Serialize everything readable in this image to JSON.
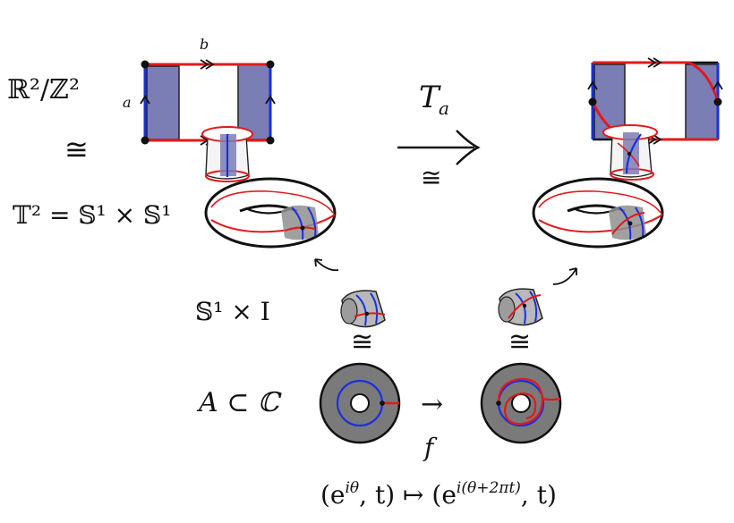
{
  "labels": {
    "torus_quotient": "ℝ²/ℤ²",
    "iso_left": "≅",
    "torus_product": "𝕋² = 𝕊¹ × 𝕊¹",
    "cylinder": "𝕊¹ × I",
    "annulus": "A ⊂ ℂ",
    "edge_b": "b",
    "edge_a": "a",
    "twist_map": "T",
    "twist_sub": "a",
    "twist_iso": "≅",
    "iso_cyl_left": "≅",
    "iso_cyl_right": "≅",
    "map_f": "f",
    "formula": "(e^{iθ}, t) ↦ (e^{i(θ+2πt)}, t)",
    "formula_lhs": "(e",
    "formula_lhs_exp": "iθ",
    "formula_mid": ", t) ↦ (e",
    "formula_rhs_exp": "i(θ+2πt)",
    "formula_end": ", t)",
    "annulus_arrow": "→"
  },
  "colors": {
    "region_fill": "#7b7db5",
    "red_curve": "#e11a1a",
    "blue_curve": "#1a2fe0",
    "annulus_fill": "#7a7a7a",
    "cylinder_fill": "#b8b8b8"
  }
}
